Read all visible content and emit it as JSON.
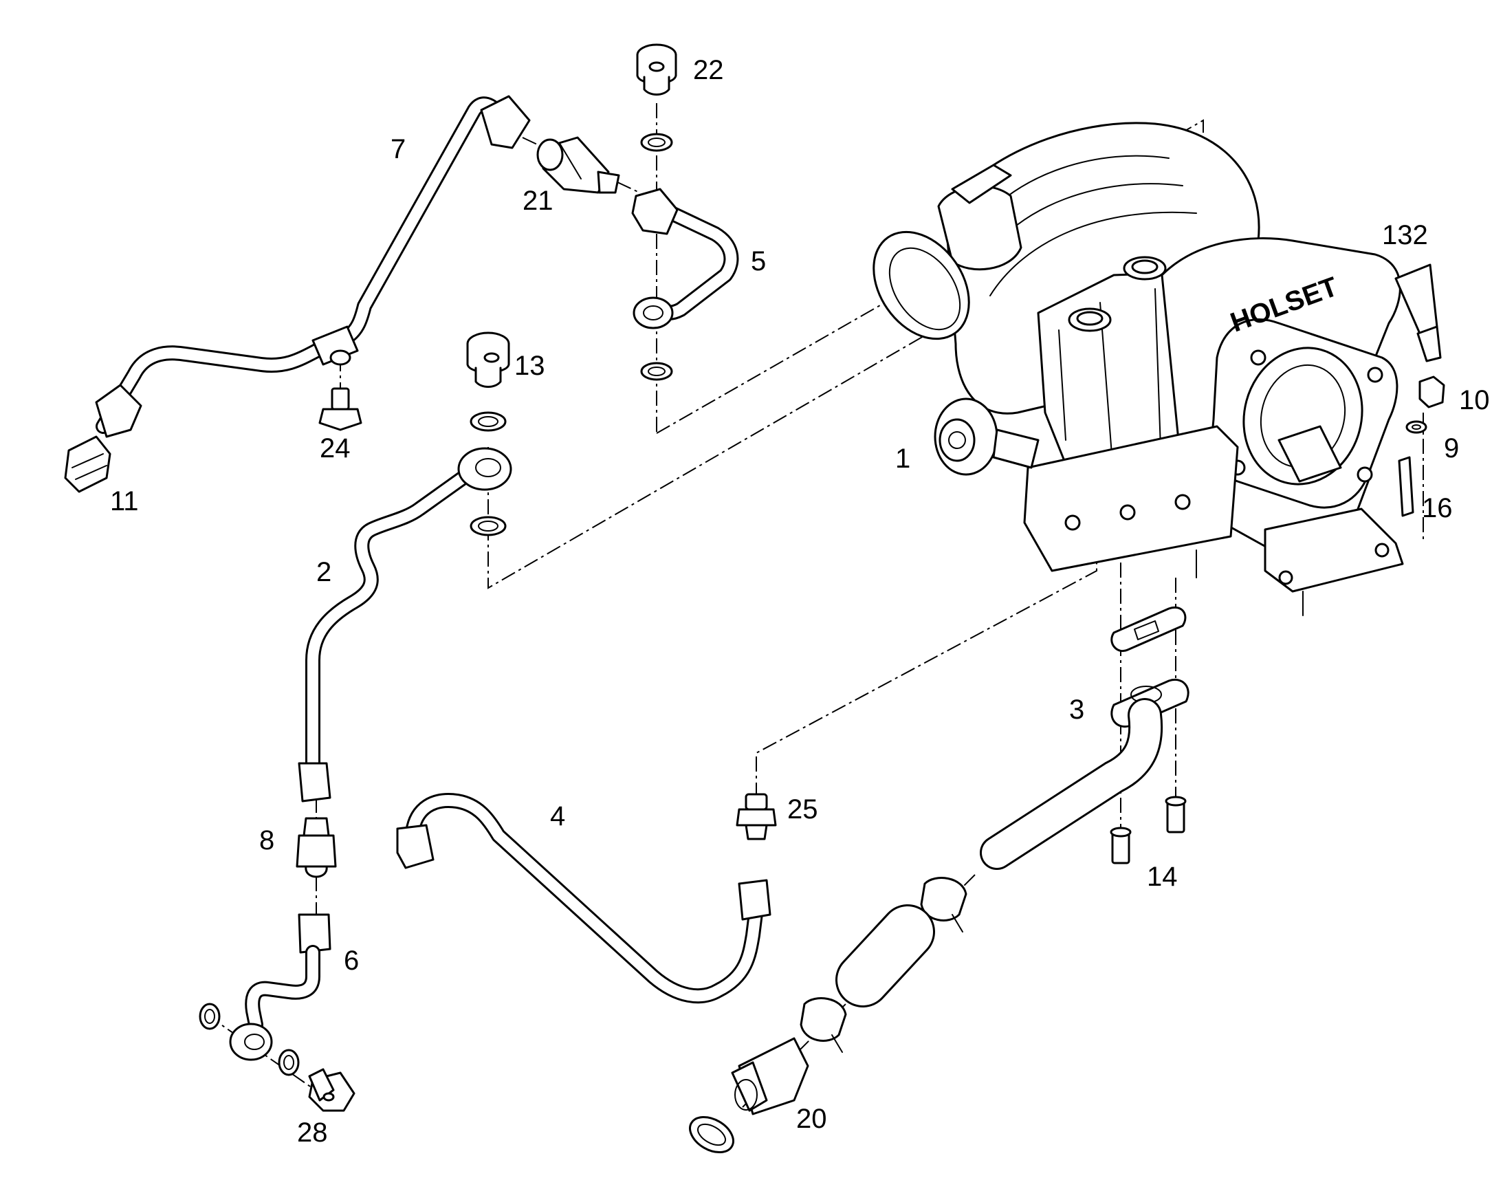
{
  "diagram": {
    "callouts": [
      {
        "id": "1",
        "label": "1"
      },
      {
        "id": "2",
        "label": "2"
      },
      {
        "id": "3",
        "label": "3"
      },
      {
        "id": "4",
        "label": "4"
      },
      {
        "id": "5",
        "label": "5"
      },
      {
        "id": "6",
        "label": "6"
      },
      {
        "id": "7",
        "label": "7"
      },
      {
        "id": "8",
        "label": "8"
      },
      {
        "id": "9",
        "label": "9"
      },
      {
        "id": "10",
        "label": "10"
      },
      {
        "id": "11",
        "label": "11"
      },
      {
        "id": "13",
        "label": "13"
      },
      {
        "id": "14",
        "label": "14"
      },
      {
        "id": "16",
        "label": "16"
      },
      {
        "id": "20",
        "label": "20"
      },
      {
        "id": "21",
        "label": "21"
      },
      {
        "id": "22",
        "label": "22"
      },
      {
        "id": "24",
        "label": "24"
      },
      {
        "id": "25",
        "label": "25"
      },
      {
        "id": "28",
        "label": "28"
      },
      {
        "id": "132",
        "label": "132"
      }
    ],
    "housing_lettering": "HOLSET",
    "colors": {
      "line": "#000000",
      "background": "#ffffff"
    }
  }
}
